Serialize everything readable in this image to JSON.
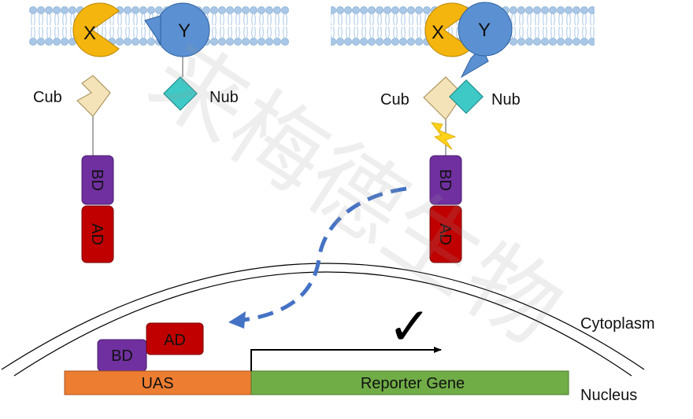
{
  "watermark": "来梅德生物",
  "panels": {
    "left": {
      "x_label": "X",
      "y_label": "Y",
      "cub_label": "Cub",
      "nub_label": "Nub",
      "bd_label": "BD",
      "ad_label": "AD"
    },
    "right": {
      "x_label": "X",
      "y_label": "Y",
      "cub_label": "Cub",
      "nub_label": "Nub",
      "bd_label": "BD",
      "ad_label": "AD"
    }
  },
  "nucleus": {
    "bd_label": "BD",
    "ad_label": "AD",
    "uas_label": "UAS",
    "reporter_label": "Reporter Gene",
    "checkmark": "✓"
  },
  "regions": {
    "cytoplasm": "Cytoplasm",
    "nucleus": "Nucleus"
  },
  "colors": {
    "membrane": "#a9c7e6",
    "x_protein": "#f5b50f",
    "y_protein": "#5b91d2",
    "cub": "#f4e2b8",
    "nub": "#3ec9c6",
    "bd": "#7030a0",
    "ad": "#c00000",
    "uas": "#ed7d31",
    "reporter": "#70ad47",
    "cleavage": "#ffd21a",
    "arrow_dashed": "#4472c4"
  }
}
